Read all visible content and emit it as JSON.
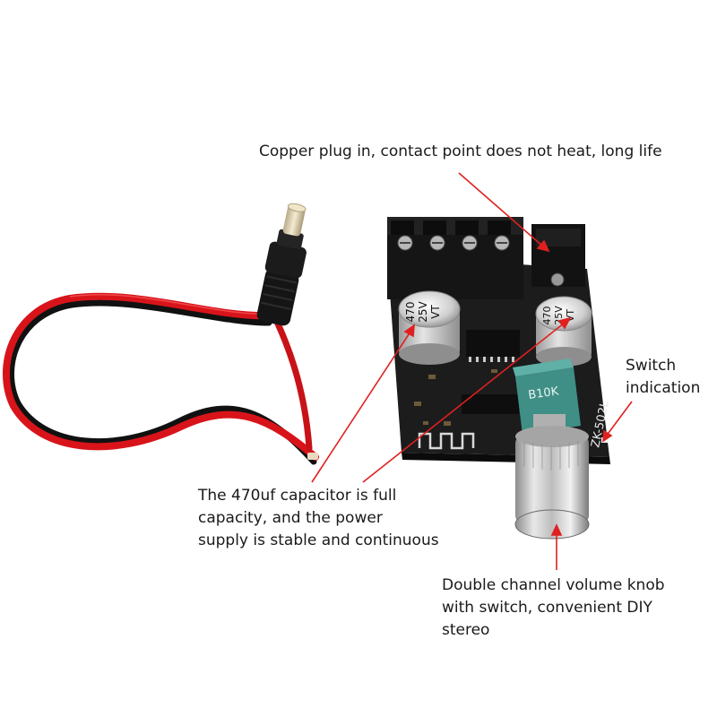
{
  "captions": {
    "copper_plug": "Copper plug in, contact point does not heat, long life",
    "switch_indication": [
      "Switch",
      "indication"
    ],
    "capacitor": [
      "The 470uf capacitor is full",
      "capacity, and the power",
      "supply is stable and continuous"
    ],
    "volume_knob": [
      "Double channel volume knob",
      "with switch, convenient DIY",
      "stereo"
    ]
  },
  "board_markings": {
    "capacitor_left": [
      "470",
      "25V",
      "VT"
    ],
    "capacitor_right": [
      "470",
      "25V",
      "VT"
    ],
    "potentiometer": "B10K",
    "model": "ZK-502L"
  },
  "colors": {
    "annotation_arrow": "#e02020",
    "pcb": "#1c1c1c",
    "wire_red": "#d8141a",
    "wire_black": "#111111",
    "potentiometer": "#3f8f86"
  }
}
